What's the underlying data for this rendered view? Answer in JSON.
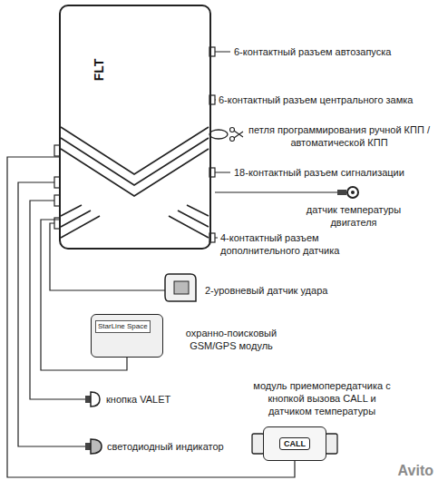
{
  "diagram": {
    "nodes": [
      {
        "text": [
          "FLT"
        ]
      },
      {
        "text": [
          "StarLine Space"
        ]
      },
      {
        "text": [
          "CALL"
        ]
      }
    ],
    "edges": [
      {
        "from": 0,
        "to": 1,
        "arrow": "none"
      },
      {
        "from": 0,
        "to": 2,
        "arrow": "none"
      }
    ],
    "labels": [
      "6-контактный разъем автозапуска",
      "6-контактный разъем центрального замка",
      "петля программирования ручной КПП / автоматической КПП",
      "18-контактный разъем сигнализации",
      "датчик температуры двигателя",
      "4-контактный разъем дополнительного датчика",
      "2-уровневый датчик удара",
      "охранно-поисковый GSM/GPS модуль",
      "кнопка VALET",
      "светодиодный индикатор",
      "модуль приемопередатчика с кнопкой вызова CALL и датчиком температуры",
      "Avito"
    ]
  }
}
